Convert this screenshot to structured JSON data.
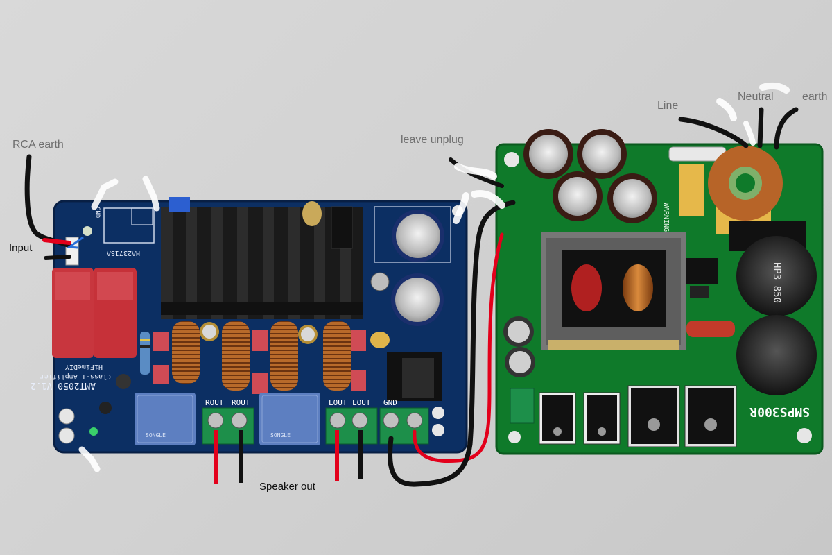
{
  "annotations": {
    "rca_earth": "RCA earth",
    "input": "Input",
    "leave_unplug": "leave unplug",
    "line": "Line",
    "neutral": "Neutral",
    "earth": "earth",
    "speaker_out": "Speaker out"
  },
  "amp_board": {
    "model": "AMT2050 V1.2",
    "subtitle": "Class-T Amplifier",
    "brand": "HiFimeDIY",
    "chip": "HA2371SA",
    "terminal_labels": [
      "ROUT",
      "ROUT",
      "LOUT",
      "LOUT",
      "GND"
    ],
    "relay_text": "SONGLE",
    "gnd_label": "GND",
    "pcb_color": "#0c2f63"
  },
  "psu_board": {
    "model": "SMPS300R",
    "warning": "WARNING",
    "cap_text": "HP3 850",
    "pcb_color": "#0f7a2a"
  },
  "wire_colors": {
    "red": "#e3001b",
    "black": "#111111"
  }
}
